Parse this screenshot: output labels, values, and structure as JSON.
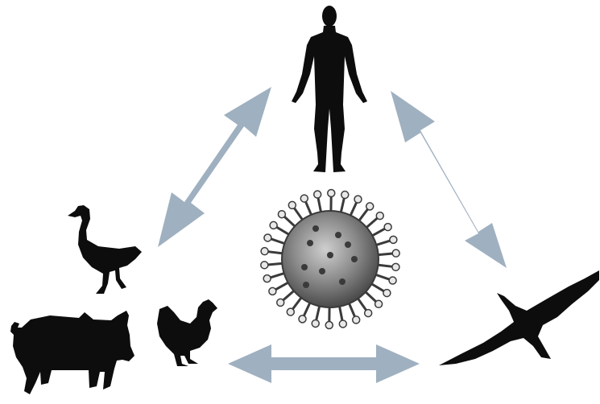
{
  "diagram": {
    "type": "zoonotic-transmission-triangle",
    "colors": {
      "arrow": "#9FB0C0",
      "silhouette": "#0d0d0d",
      "virus_body": "#8a8a8a",
      "virus_dark": "#3a3a3a",
      "virus_light": "#e8e8e8"
    },
    "nodes": [
      {
        "id": "human",
        "icon": "human-silhouette-icon"
      },
      {
        "id": "domestic-animals",
        "icons": [
          "goose-silhouette-icon",
          "pig-silhouette-icon",
          "chicken-silhouette-icon"
        ]
      },
      {
        "id": "wild-birds",
        "icon": "wild-bird-silhouette-icon"
      },
      {
        "id": "virus",
        "icon": "virus-icon"
      }
    ],
    "links": [
      {
        "from": "human",
        "to": "domestic-animals",
        "direction": "bidirectional"
      },
      {
        "from": "human",
        "to": "wild-birds",
        "direction": "bidirectional"
      },
      {
        "from": "domestic-animals",
        "to": "wild-birds",
        "direction": "bidirectional"
      }
    ]
  }
}
